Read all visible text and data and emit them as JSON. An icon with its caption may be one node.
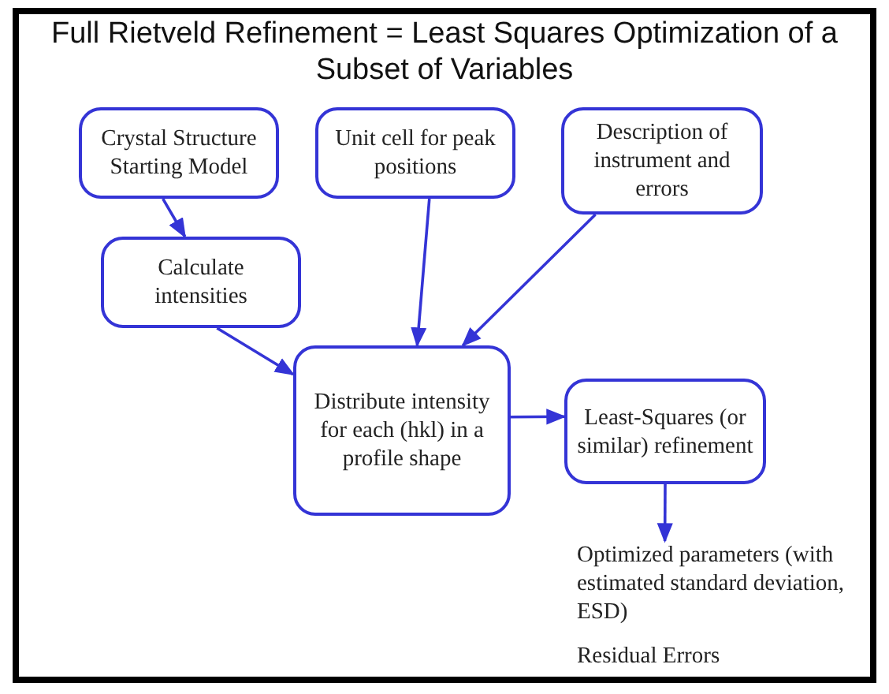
{
  "diagram": {
    "title": "Full Rietveld Refinement = Least Squares Optimization of a Subset of Variables",
    "nodes": [
      {
        "text": [
          "Crystal Structure Starting Model"
        ]
      },
      {
        "text": [
          "Unit cell for peak positions"
        ]
      },
      {
        "text": [
          "Description of instrument and errors"
        ]
      },
      {
        "text": [
          "Calculate intensities"
        ]
      },
      {
        "text": [
          "Distribute intensity for each (hkl) in a profile shape"
        ]
      },
      {
        "text": [
          "Least-Squares (or similar) refinement"
        ]
      },
      {
        "text": [
          "Optimized parameters (with estimated standard deviation, ESD)",
          "Residual Errors"
        ]
      }
    ],
    "edges": [
      {
        "from": 0,
        "to": 3,
        "arrow": "to"
      },
      {
        "from": 3,
        "to": 4,
        "arrow": "to"
      },
      {
        "from": 1,
        "to": 4,
        "arrow": "to"
      },
      {
        "from": 2,
        "to": 4,
        "arrow": "to"
      },
      {
        "from": 4,
        "to": 5,
        "arrow": "to"
      },
      {
        "from": 5,
        "to": 6,
        "arrow": "to"
      }
    ]
  }
}
